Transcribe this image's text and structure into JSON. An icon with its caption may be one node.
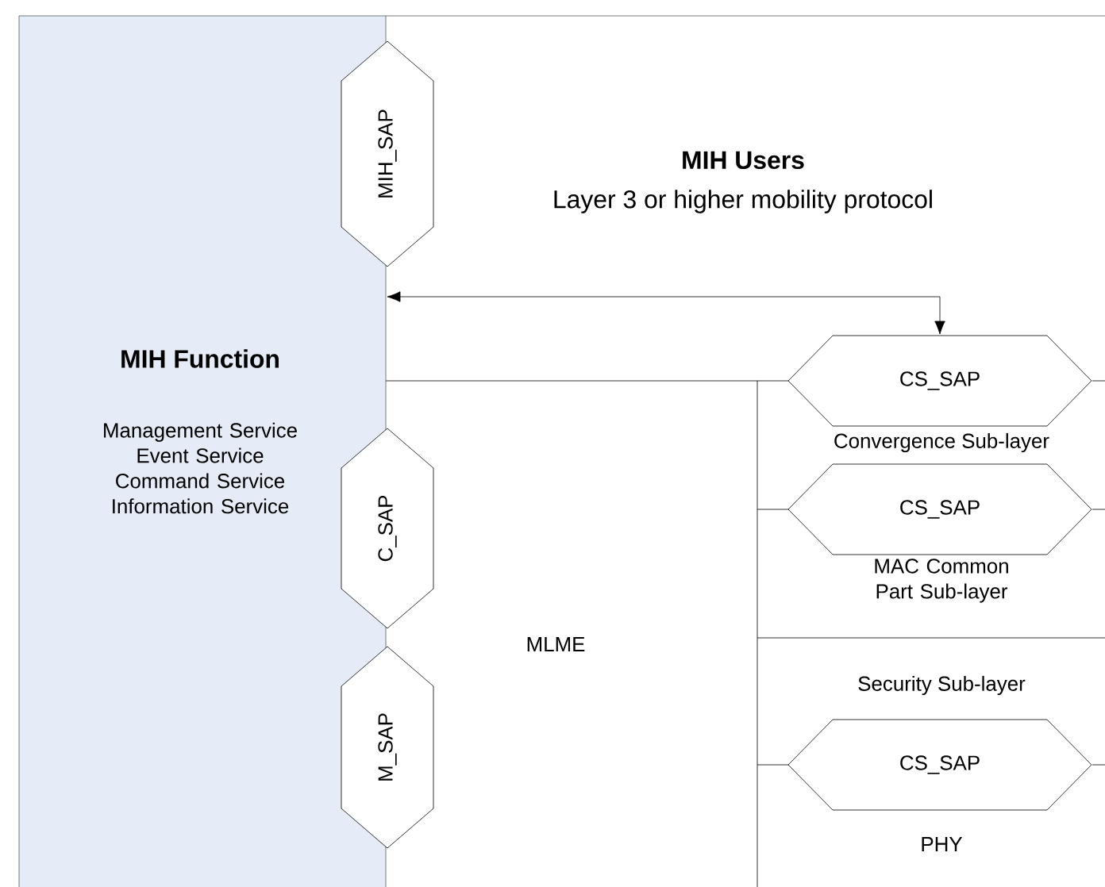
{
  "diagram": {
    "nodes": [
      {
        "text": [
          "MIH Function",
          "Management Service Event Service Command Service Information Service"
        ]
      },
      {
        "text": [
          "MIH_SAP"
        ]
      },
      {
        "text": [
          "C_SAP"
        ]
      },
      {
        "text": [
          "M_SAP"
        ]
      },
      {
        "text": [
          "MIH Users",
          "Layer 3 or higher mobility protocol"
        ]
      },
      {
        "text": [
          "MLME"
        ]
      },
      {
        "text": [
          "CS_SAP"
        ]
      },
      {
        "text": [
          "CS_SAP"
        ]
      },
      {
        "text": [
          "CS_SAP"
        ]
      }
    ],
    "edges": [
      {
        "from": 0,
        "to": 6,
        "arrow": "both"
      }
    ],
    "labels": [
      "Convergence Sub-layer",
      "MAC Common Part Sub-layer",
      "Security Sub-layer",
      "PHY"
    ]
  }
}
